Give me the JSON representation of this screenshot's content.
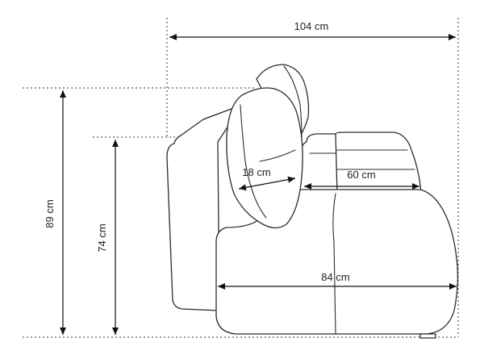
{
  "dimensions": {
    "overall_depth": "104 cm",
    "overall_height": "89 cm",
    "backrest_height": "74 cm",
    "pillow_thickness": "18 cm",
    "seat_depth": "60 cm",
    "base_depth": "84 cm"
  },
  "colors": {
    "line": "#2b2b2b",
    "background": "#ffffff"
  }
}
